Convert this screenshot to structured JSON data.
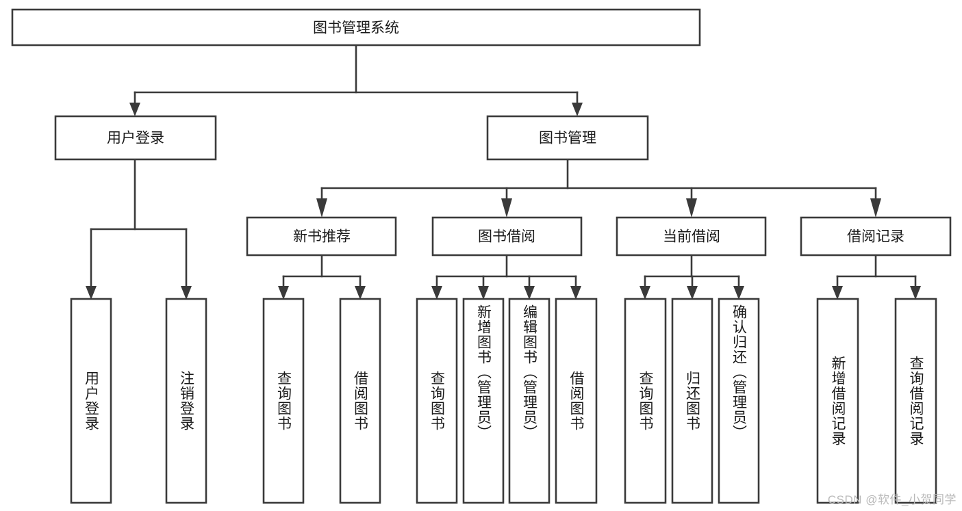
{
  "diagram": {
    "title": "图书管理系统",
    "type": "tree-hierarchy",
    "root": {
      "label": "图书管理系统"
    },
    "level2": [
      {
        "id": "user-login",
        "label": "用户登录"
      },
      {
        "id": "book-management",
        "label": "图书管理"
      }
    ],
    "level3": [
      {
        "id": "new-book-recommend",
        "label": "新书推荐"
      },
      {
        "id": "book-borrow",
        "label": "图书借阅"
      },
      {
        "id": "current-borrow",
        "label": "当前借阅"
      },
      {
        "id": "borrow-record",
        "label": "借阅记录"
      }
    ],
    "leaves": {
      "user_login": [
        {
          "id": "leaf-user-login",
          "label": "用户登录"
        },
        {
          "id": "leaf-logout",
          "label": "注销登录"
        }
      ],
      "new_book_recommend": [
        {
          "id": "leaf-query-book-1",
          "label": "查询图书"
        },
        {
          "id": "leaf-borrow-book-1",
          "label": "借阅图书"
        }
      ],
      "book_borrow": [
        {
          "id": "leaf-query-book-2",
          "label": "查询图书"
        },
        {
          "id": "leaf-add-book",
          "label": "新增图书（管理员）"
        },
        {
          "id": "leaf-edit-book",
          "label": "编辑图书（管理员）"
        },
        {
          "id": "leaf-borrow-book-2",
          "label": "借阅图书"
        }
      ],
      "current_borrow": [
        {
          "id": "leaf-query-book-3",
          "label": "查询图书"
        },
        {
          "id": "leaf-return-book",
          "label": "归还图书"
        },
        {
          "id": "leaf-confirm-return",
          "label": "确认归还（管理员）"
        }
      ],
      "borrow_record": [
        {
          "id": "leaf-add-record",
          "label": "新增借阅记录"
        },
        {
          "id": "leaf-query-record",
          "label": "查询借阅记录"
        }
      ]
    },
    "colors": {
      "stroke": "#3a3a3a",
      "box_fill": "#ffffff",
      "text": "#1a1a1a",
      "background": "#ffffff",
      "watermark": "#b9b9b9"
    }
  },
  "watermark": {
    "text": "CSDN @软件_小贺同学"
  }
}
